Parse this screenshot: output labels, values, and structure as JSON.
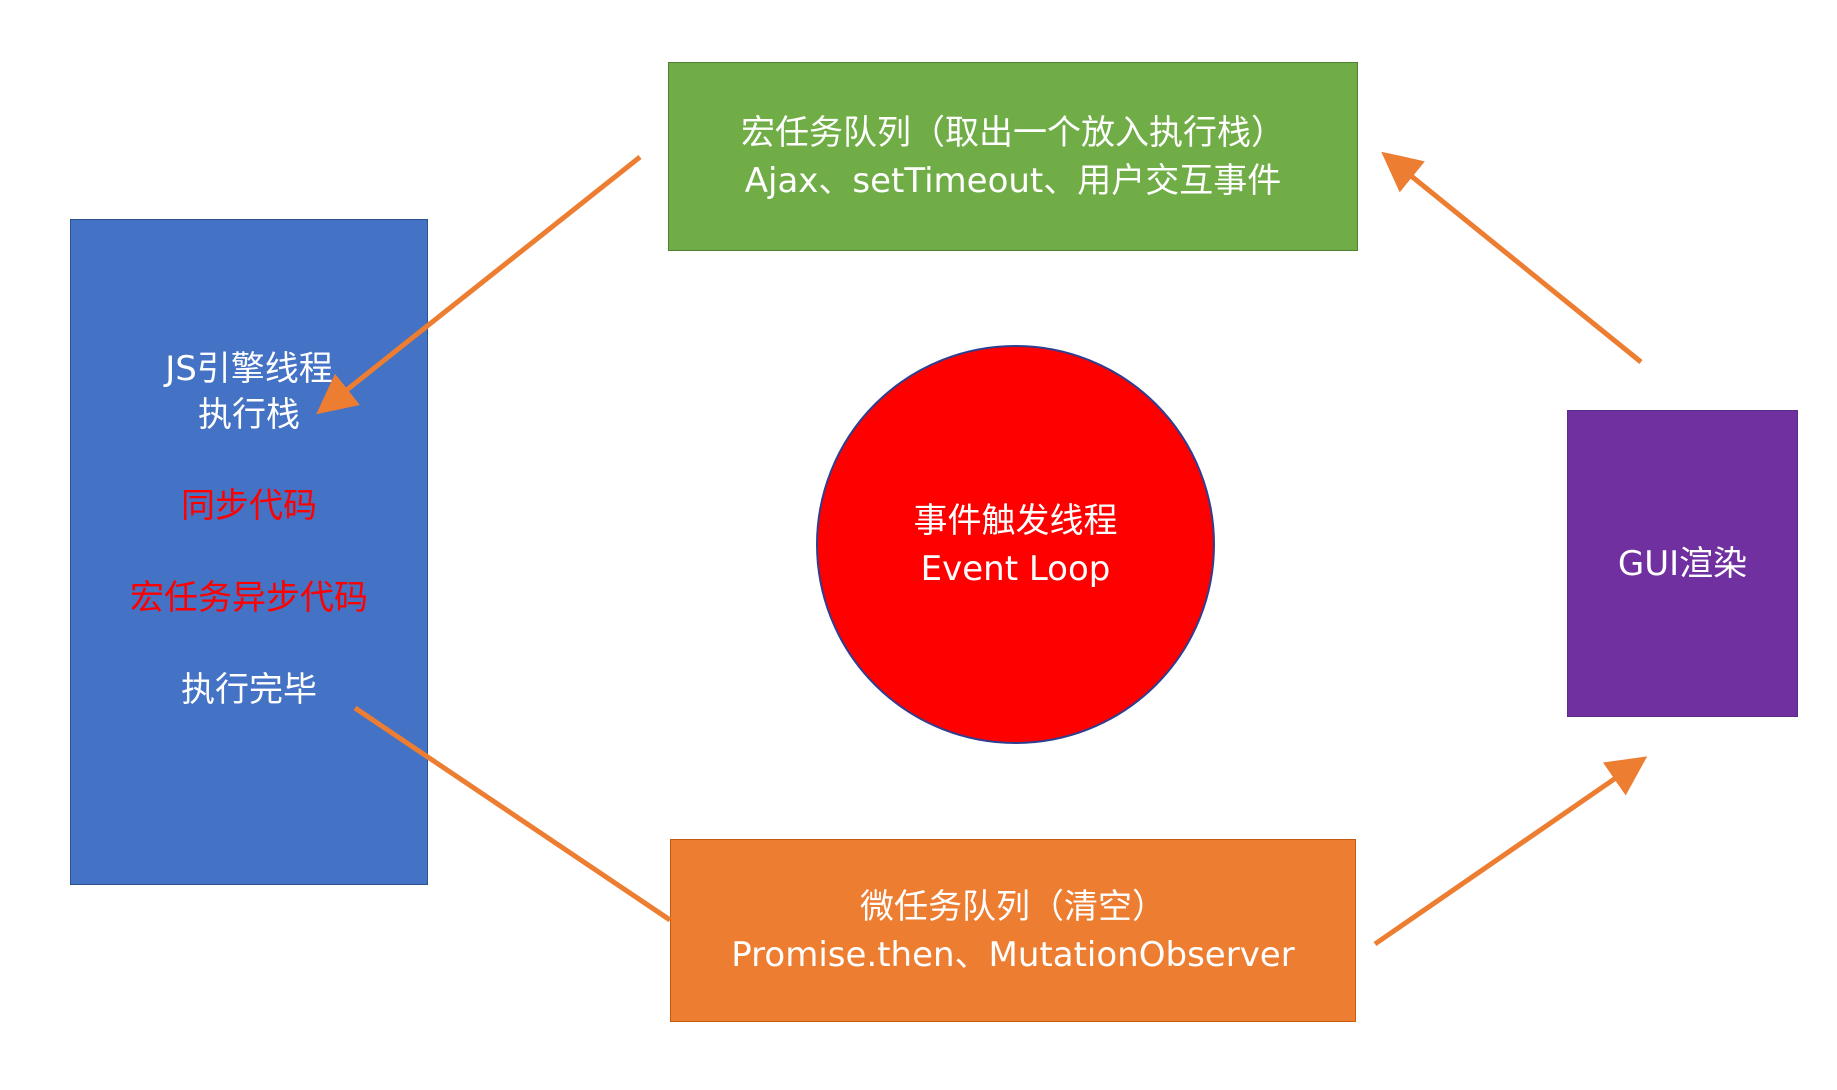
{
  "colors": {
    "js_stack_fill": "#4472c4",
    "macro_fill": "#70ad47",
    "micro_fill": "#ed7d31",
    "gui_fill": "#7030a0",
    "event_loop_fill": "#ff0000",
    "arrow": "#ed7d31",
    "highlight_text": "#ff0000",
    "default_text": "#ffffff"
  },
  "js_stack": {
    "title_line1": "JS引擎线程",
    "title_line2": "执行栈",
    "sync_code": "同步代码",
    "macro_async_code": "宏任务异步代码",
    "done": "执行完毕"
  },
  "macro_queue": {
    "line1": "宏任务队列（取出一个放入执行栈）",
    "line2": "Ajax、setTimeout、用户交互事件"
  },
  "event_loop": {
    "line1": "事件触发线程",
    "line2": "Event Loop"
  },
  "micro_queue": {
    "line1": "微任务队列（清空）",
    "line2": "Promise.then、MutationObserver"
  },
  "gui": {
    "label": "GUI渲染"
  },
  "arrows": [
    {
      "from": "macro-queue",
      "to": "js-stack"
    },
    {
      "from": "js-stack",
      "to": "micro-queue"
    },
    {
      "from": "micro-queue",
      "to": "gui-render"
    },
    {
      "from": "gui-render",
      "to": "macro-queue"
    }
  ]
}
